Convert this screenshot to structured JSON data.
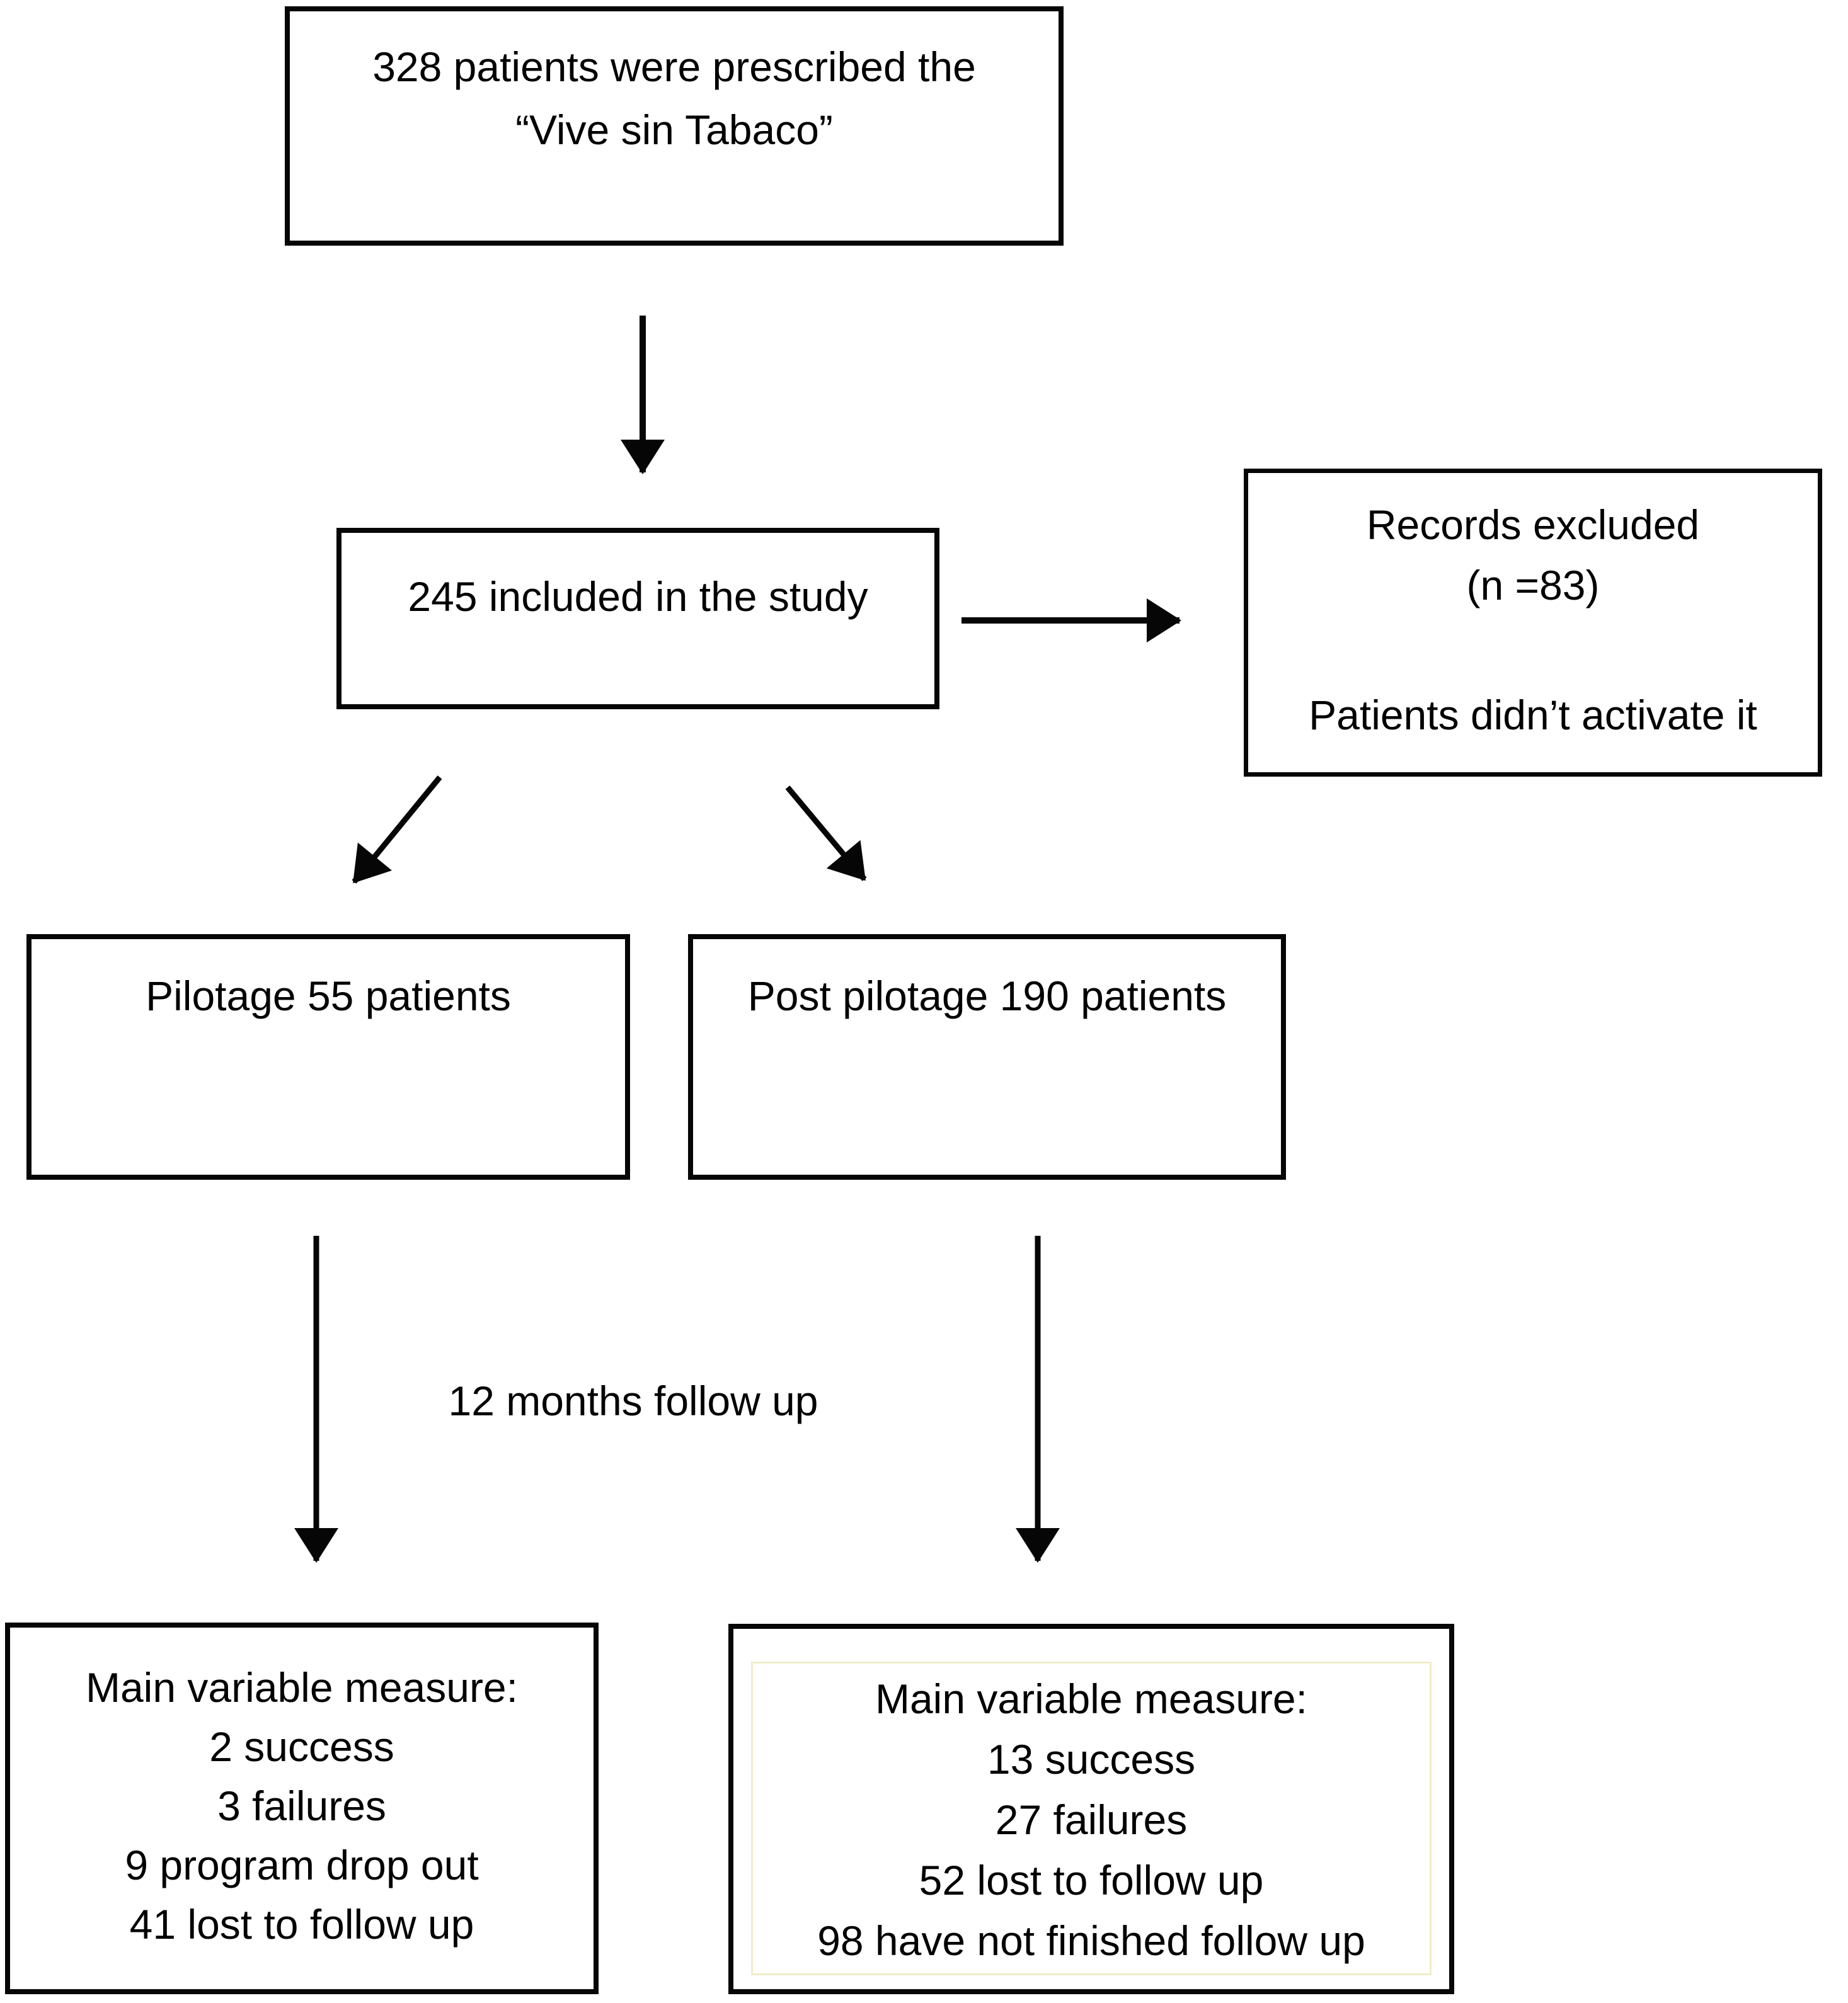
{
  "figure": {
    "type": "study-flow-diagram",
    "colors": {
      "line": "#000000",
      "background": "#ffffff",
      "inner_border": "#f1edc9"
    },
    "boxes": {
      "prescribed": {
        "line1": "328 patients were prescribed the",
        "line2": "“Vive sin Tabaco”"
      },
      "included": {
        "text": "245 included in the study"
      },
      "excluded": {
        "line1": "Records excluded",
        "line2": "(n =83)",
        "line3": "Patients didn’t activate it"
      },
      "pilotage": {
        "text": "Pilotage 55 patients"
      },
      "post_pilotage": {
        "text": "Post pilotage 190 patients"
      },
      "followup_label": "12 months follow up",
      "outcome_pilotage": {
        "title": "Main variable measure:",
        "lines": [
          "2 success",
          "3 failures",
          "9 program drop out",
          "41 lost to follow up"
        ]
      },
      "outcome_post": {
        "title": "Main variable measure:",
        "lines": [
          "13 success",
          "27 failures",
          "52 lost to follow up",
          "98 have not finished follow up"
        ]
      }
    }
  }
}
